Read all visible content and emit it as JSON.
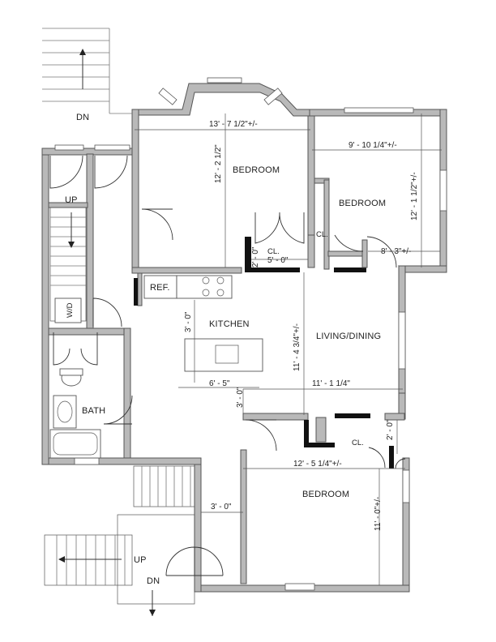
{
  "rooms": {
    "bedroom_nw": "BEDROOM",
    "bedroom_ne": "BEDROOM",
    "bedroom_s": "BEDROOM",
    "kitchen": "KITCHEN",
    "living": "LIVING/DINING",
    "bath": "BATH",
    "ref": "REF.",
    "wd": "W/D",
    "closet_1": "CL.",
    "closet_2": "CL.",
    "closet_3": "CL."
  },
  "stairs": {
    "top_dn": "DN",
    "left_up": "UP",
    "bottom_up": "UP",
    "bottom_dn": "DN"
  },
  "dimensions": {
    "bed_nw_width": "13' - 7 1/2\"+/-",
    "bed_nw_depth": "12' - 2 1/2\"",
    "bed_ne_width": "9' - 10 1/4\"+/-",
    "bed_ne_depth": "12' - 1 1/2\"+/-",
    "closet_width": "5' - 0\"",
    "closet_depth": "2' - 0\"",
    "hall_ne": "8' - 3\"+/-",
    "kitchen_depth": "3' - 0\"",
    "living_depth": "11' - 4 3/4\"+/-",
    "kitchen_width": "6' - 5\"",
    "living_width": "11' - 1 1/4\"",
    "hall_width": "3' - 0\"",
    "bed_s_width": "12' - 5 1/4\"+/-",
    "bed_s_depth": "11' - 0\"+/-",
    "closet_s_depth": "2' - 0\"",
    "entry_width": "3' - 0\""
  }
}
